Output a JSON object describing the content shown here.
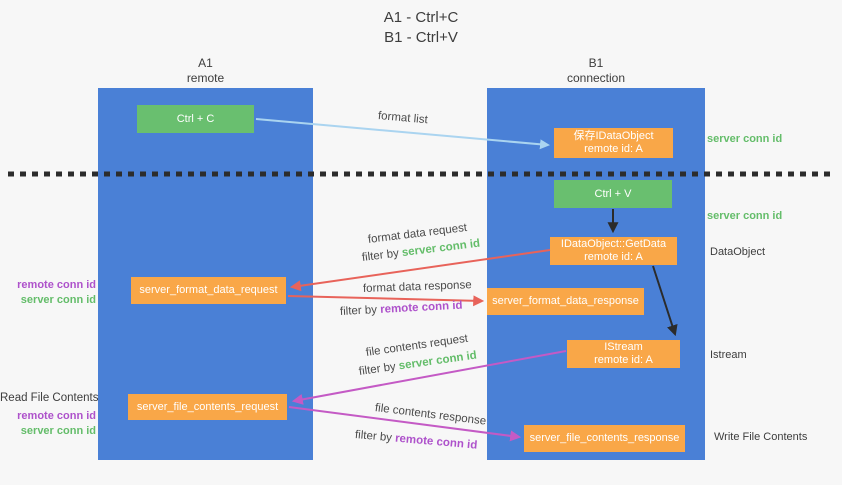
{
  "title": {
    "line1": "A1 - Ctrl+C",
    "line2": "B1 - Ctrl+V"
  },
  "lanes": {
    "a": {
      "name": "A1",
      "sub": "remote"
    },
    "b": {
      "name": "B1",
      "sub": "connection"
    }
  },
  "boxes": {
    "ctrl_c": {
      "label": "Ctrl + C"
    },
    "save_dataobject": {
      "line1": "保存IDataObject",
      "line2": "remote id: A"
    },
    "ctrl_v": {
      "label": "Ctrl + V"
    },
    "getdata": {
      "line1": "IDataObject::GetData",
      "line2": "remote id: A"
    },
    "istream": {
      "line1": "IStream",
      "line2": "remote id: A"
    },
    "format_request": {
      "label": "server_format_data_request"
    },
    "format_response": {
      "label": "server_format_data_response"
    },
    "file_request": {
      "label": "server_file_contents_request"
    },
    "file_response": {
      "label": "server_file_contents_response"
    }
  },
  "arrow_labels": {
    "format_list": "format list",
    "format_data_request": "format data request",
    "filter_server_1": {
      "prefix": "filter by ",
      "value": "server conn id"
    },
    "format_data_response": "format data response",
    "filter_remote_1": {
      "prefix": "filter by ",
      "value": "remote conn id"
    },
    "file_contents_request": "file contents request",
    "filter_server_2": {
      "prefix": "filter by ",
      "value": "server conn id"
    },
    "file_contents_response": "file contents response",
    "filter_remote_2": {
      "prefix": "filter by ",
      "value": "remote conn id"
    }
  },
  "side_labels": {
    "server_conn_right_1": "server conn id",
    "server_conn_right_2": "server conn id",
    "dataobject": "DataObject",
    "istream": "Istream",
    "write_file": "Write File Contents",
    "read_file": "Read File Contents",
    "left1_remote": "remote conn id",
    "left1_server": "server conn id",
    "left2_remote": "remote conn id",
    "left2_server": "server conn id"
  },
  "colors": {
    "lane_blue": "#4a80d6",
    "box_green": "#69bf6f",
    "box_orange": "#f9a748",
    "arrow_blue": "#aad4f0",
    "arrow_black": "#2b2b2b",
    "arrow_red": "#e8635a",
    "arrow_magenta": "#c45ac5",
    "text_green": "#64bd6a",
    "text_purple": "#ae52cb",
    "text_dark": "#3d3d3d",
    "divider": "#2c2c2c"
  }
}
